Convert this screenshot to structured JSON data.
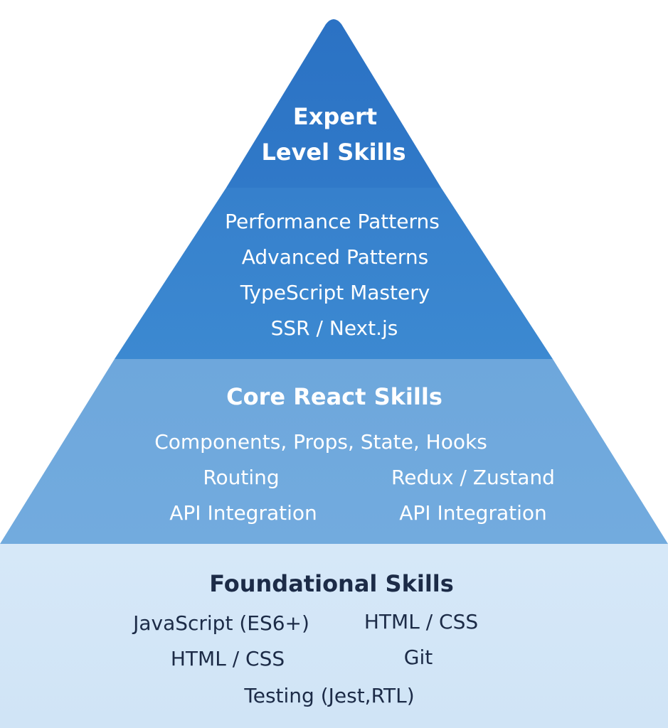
{
  "tiers": {
    "expert": {
      "title_line1": "Expert",
      "title_line2": "Level Skills",
      "color": "#2f77c8"
    },
    "advanced": {
      "items": [
        "Performance Patterns",
        "Advanced Patterns",
        "TypeScript Mastery",
        "SSR / Next.js"
      ],
      "color": "#3a86cf"
    },
    "core": {
      "title": "Core React Skills",
      "items": [
        "Components, Props, State, Hooks",
        "Routing",
        "Redux / Zustand",
        "API Integration",
        "API Integration"
      ],
      "color": "#6fa8dd"
    },
    "foundational": {
      "title": "Foundational Skills",
      "items": [
        "JavaScript (ES6+)",
        "HTML / CSS",
        "HTML / CSS",
        "Git",
        "Testing (Jest,RTL)"
      ],
      "color": "#d4e6f7"
    }
  }
}
